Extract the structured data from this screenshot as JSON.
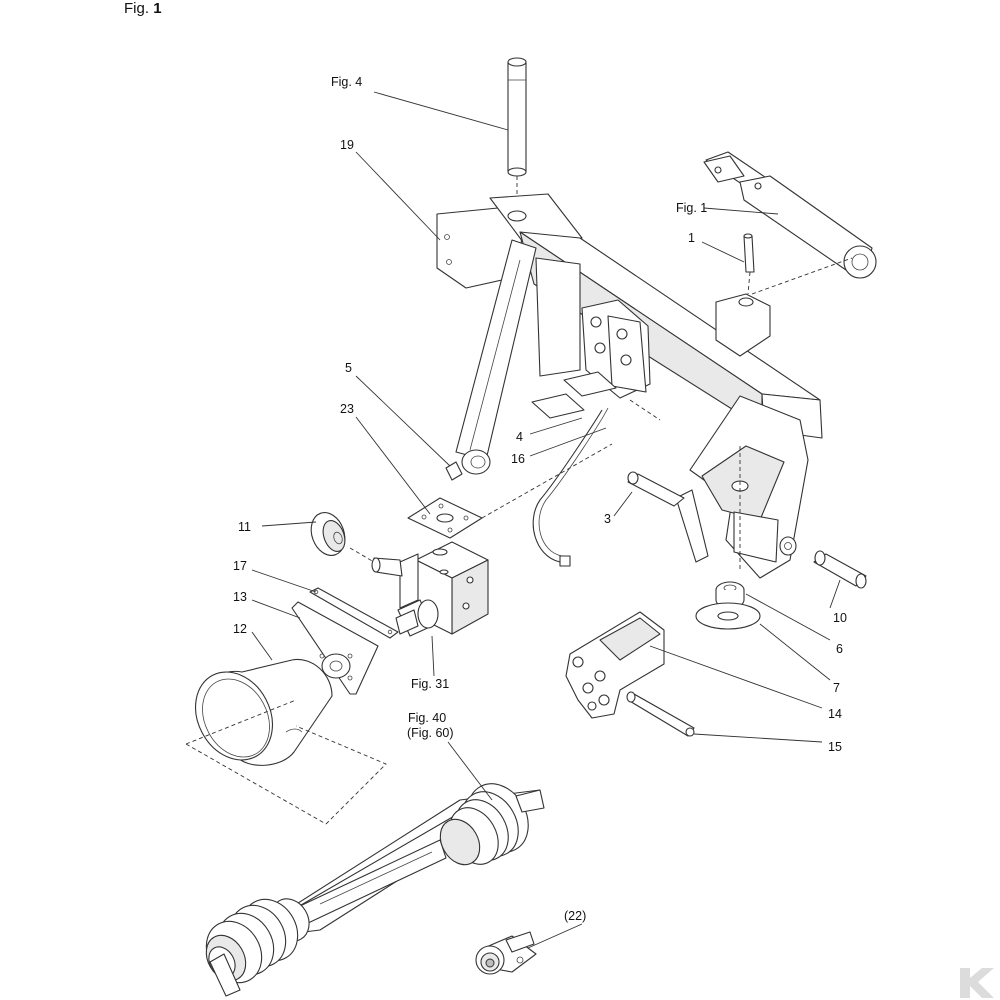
{
  "title": {
    "prefix": "Fig.",
    "number": "1"
  },
  "callouts": {
    "fig4": "Fig. 4",
    "c19": "19",
    "fig1": "Fig. 1",
    "c1": "1",
    "c5": "5",
    "c23": "23",
    "c4": "4",
    "c16": "16",
    "c3": "3",
    "c11": "11",
    "c17": "17",
    "c13": "13",
    "c12": "12",
    "fig31": "Fig. 31",
    "c10": "10",
    "c6": "6",
    "c7": "7",
    "c14": "14",
    "c15": "15",
    "fig40": "Fig. 40",
    "fig60": "(Fig. 60)",
    "c22": "(22)"
  },
  "icons": {
    "watermark": "kverneland-k-logo-icon"
  },
  "colors": {
    "line": "#333333",
    "fill": "#ffffff",
    "shade": "#e9e9e9"
  }
}
